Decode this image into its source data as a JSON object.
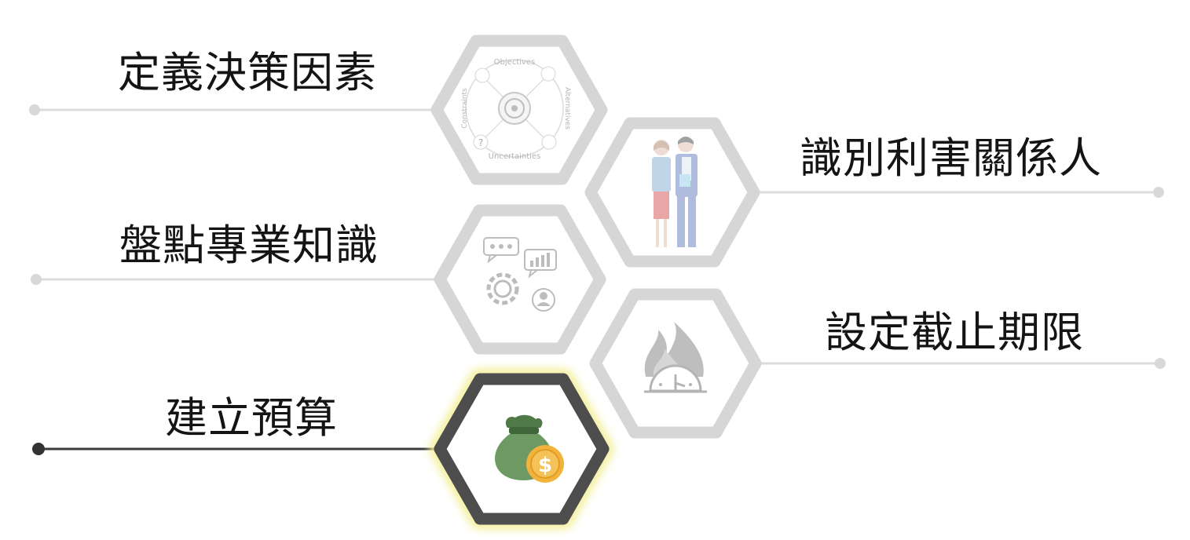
{
  "steps": [
    {
      "label": "定義決策因素",
      "icon": "decision-factors-icon",
      "active": false,
      "icon_text": {
        "top": "Objectives",
        "right": "Alternatives",
        "bottom": "Uncertainties",
        "left": "Constraints"
      }
    },
    {
      "label": "識別利害關係人",
      "icon": "stakeholders-icon",
      "active": false
    },
    {
      "label": "盤點專業知識",
      "icon": "expertise-icon",
      "active": false
    },
    {
      "label": "設定截止期限",
      "icon": "deadline-icon",
      "active": false
    },
    {
      "label": "建立預算",
      "icon": "budget-money-bag-icon",
      "active": true
    }
  ],
  "colors": {
    "inactive_hex": "#d6d6d6",
    "inactive_line": "#dcdcdc",
    "active_hex": "#4d4d4d",
    "active_glow": "#f3ef9a",
    "active_line": "#3a3a3a",
    "label_text": "#141414",
    "bag_green": "#6c9a62",
    "coin_orange": "#f2b33d"
  }
}
